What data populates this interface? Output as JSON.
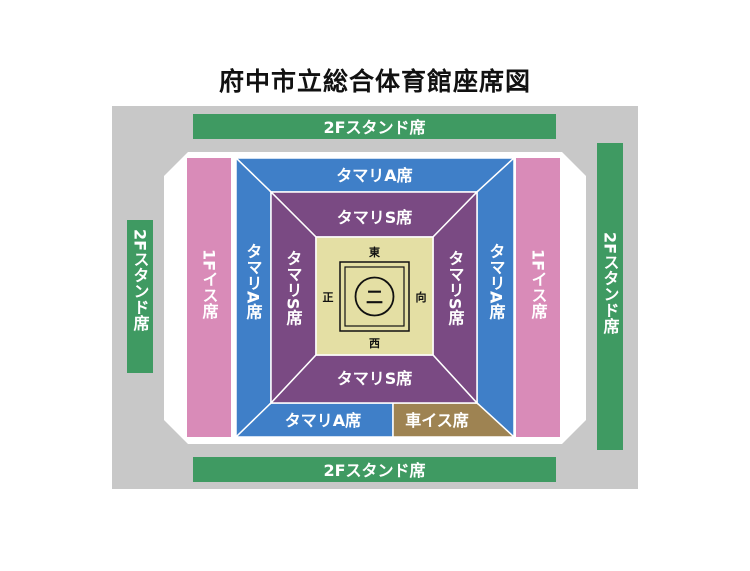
{
  "title": "府中市立総合体育館座席図",
  "sections": {
    "stand_2f_top": "2Fスタンド席",
    "stand_2f_bottom": "2Fスタンド席",
    "stand_2f_left": "2Fスタンド席",
    "stand_2f_right": "2Fスタンド席",
    "chair_1f_left": "1Fイス席",
    "chair_1f_right": "1Fイス席",
    "tamari_a_top": "タマリA席",
    "tamari_a_left": "タマリA席",
    "tamari_a_right": "タマリA席",
    "tamari_a_bottom": "タマリA席",
    "tamari_s_top": "タマリS席",
    "tamari_s_left": "タマリS席",
    "tamari_s_right": "タマリS席",
    "tamari_s_bottom": "タマリS席",
    "wheelchair": "車イス席"
  },
  "ring": {
    "center_mark": "二",
    "east": "東",
    "west": "西",
    "front": "正",
    "facing": "向"
  },
  "colors": {
    "outer": "#c8c8c8",
    "stand": "#3f9a62",
    "chair_1f": "#d98bb8",
    "tamari_a": "#3f7fc8",
    "tamari_s": "#7a4a83",
    "wheelchair": "#9e8352",
    "ring": "#e4dfa4"
  }
}
